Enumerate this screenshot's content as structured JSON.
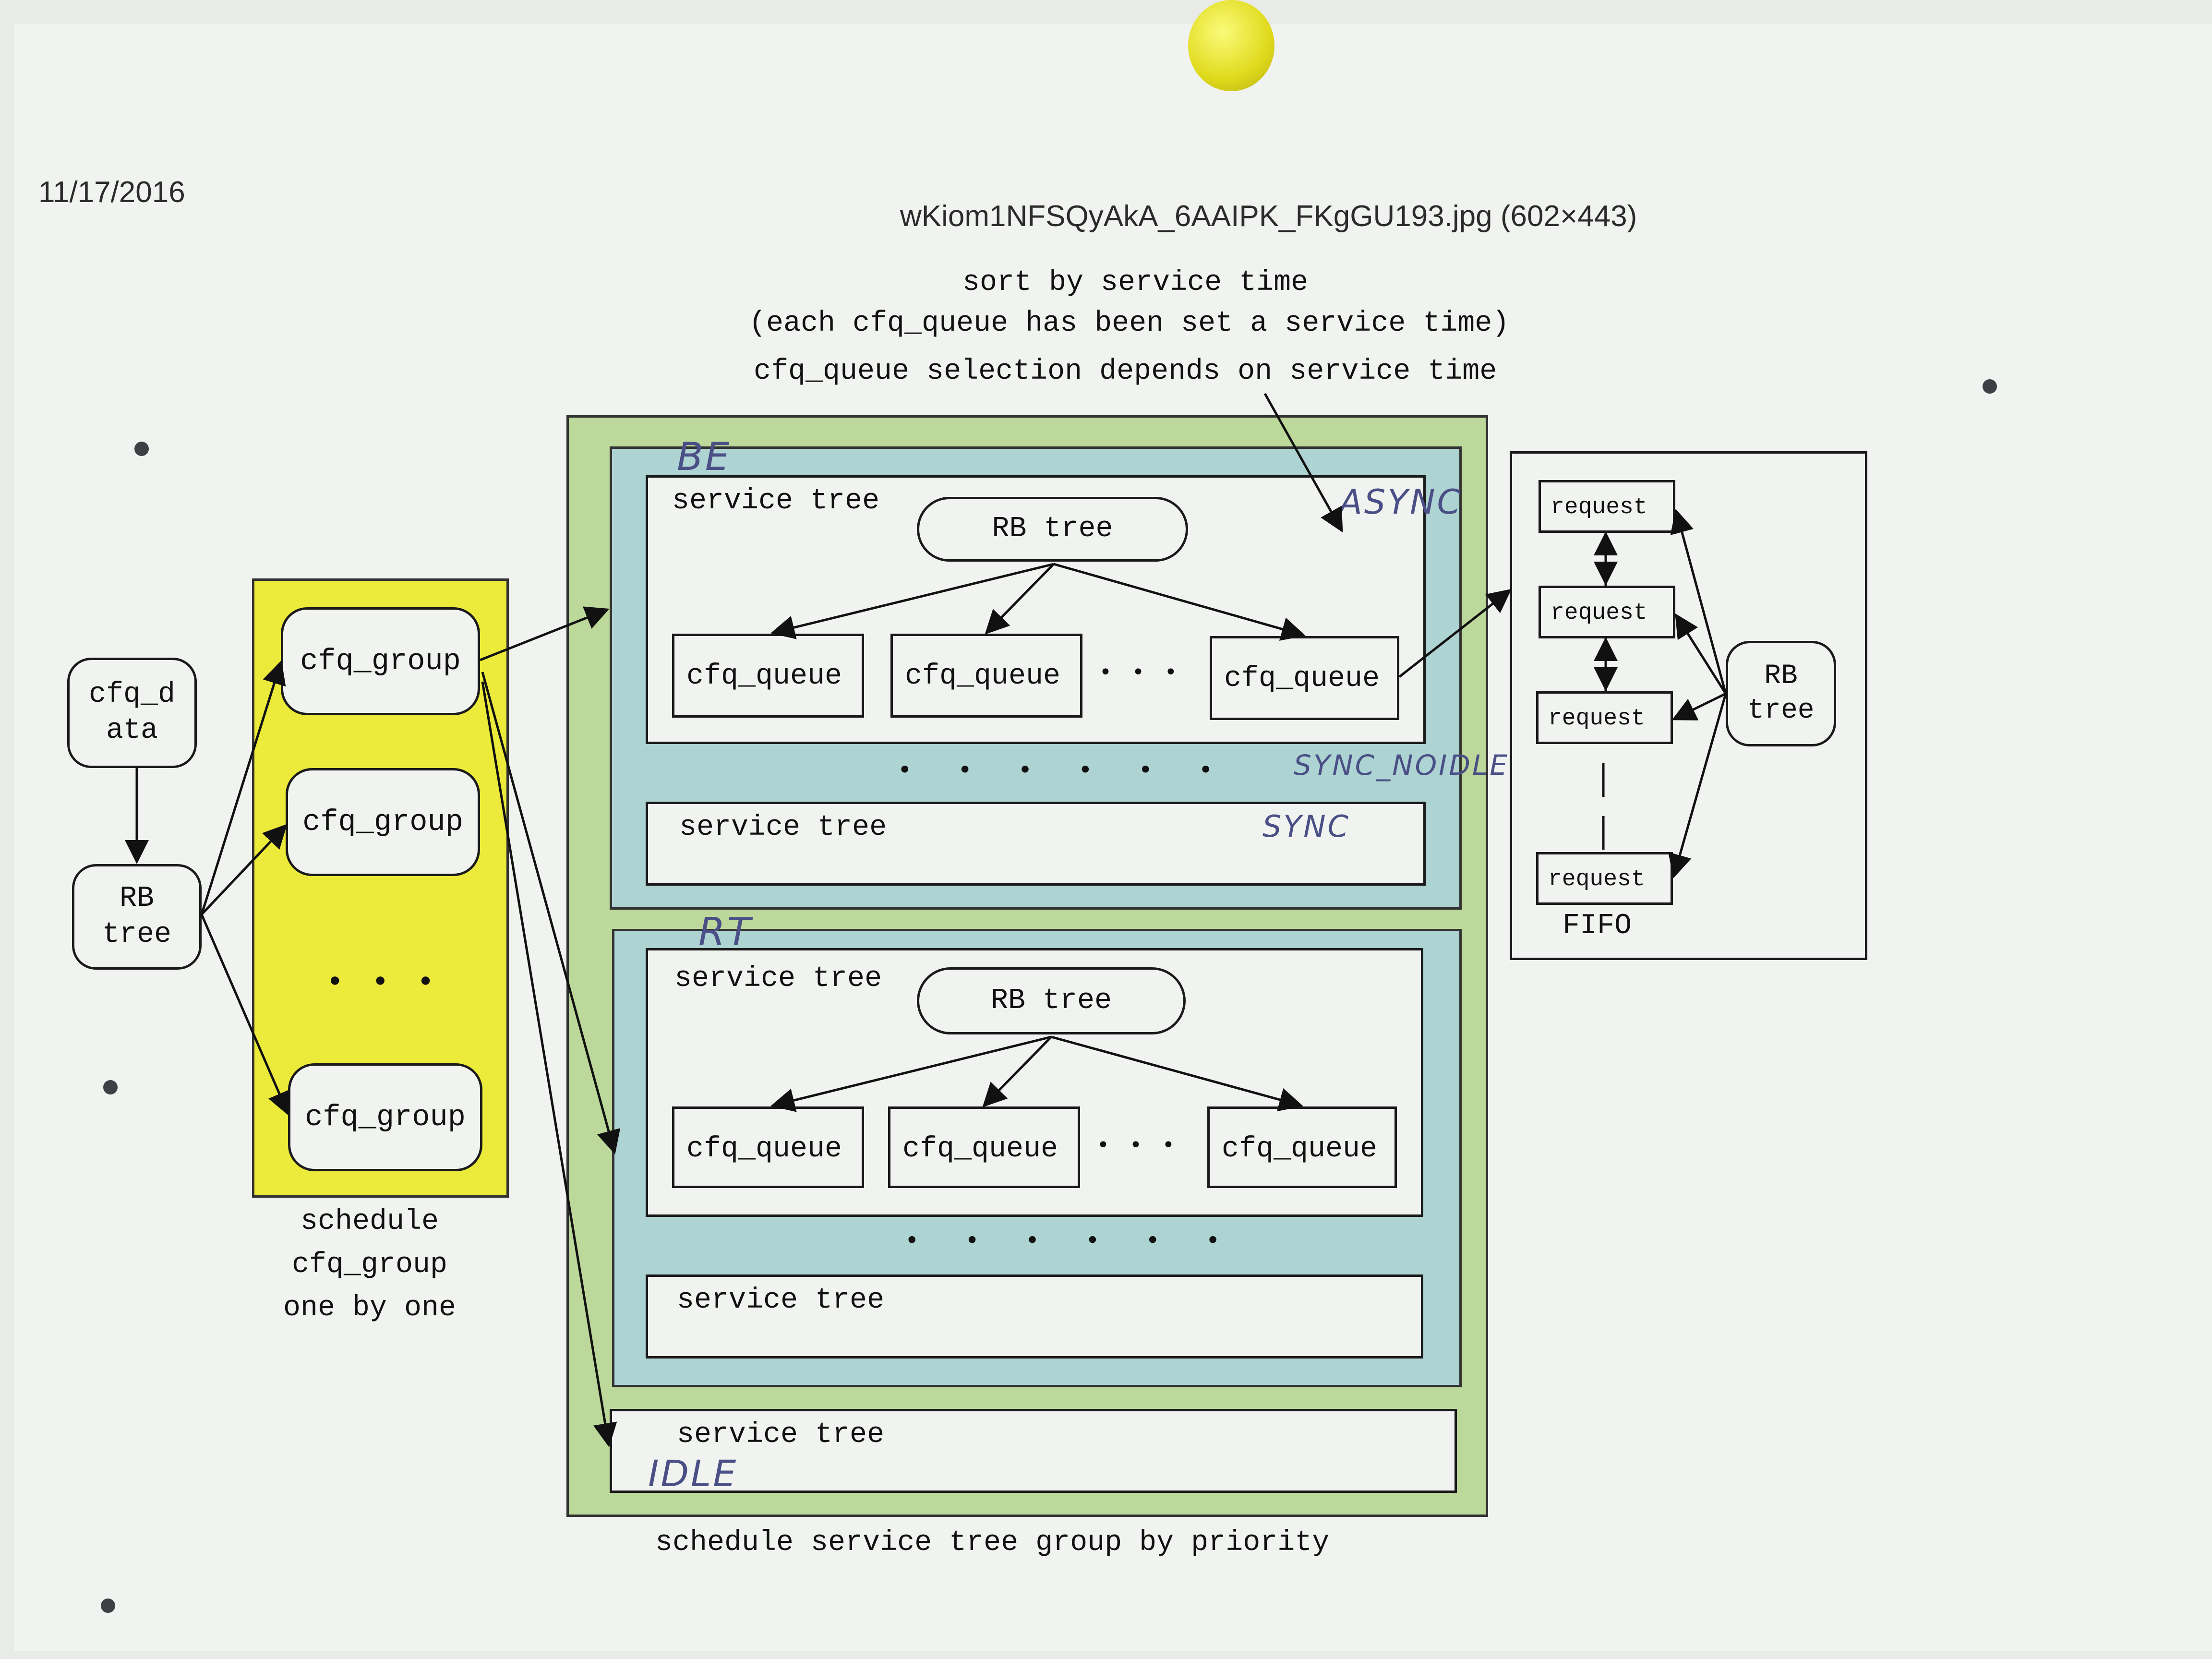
{
  "header": {
    "date": "11/17/2016",
    "filename": "wKiom1NFSQyAkA_6AAIPK_FKgGU193.jpg (602×443)"
  },
  "annotation": {
    "line1": "sort by service time",
    "line2": "(each cfq_queue has been set a service time)",
    "line3": "cfq_queue selection depends on service time"
  },
  "left": {
    "cfq_data": "cfq_d\nata",
    "rb_tree": "RB\ntree"
  },
  "schedule_group": {
    "items": [
      "cfq_group",
      "cfq_group",
      "cfq_group"
    ],
    "ellipsis": "• • •",
    "caption": "schedule\ncfq_group\none by one",
    "color": "#ecea3a"
  },
  "priority": {
    "outer_color": "#bcd89a",
    "inner_color": "#aed3d3",
    "be": {
      "hand_label": "BE",
      "upper_tree_label": "service tree",
      "rb_tree": "RB tree",
      "queues": [
        "cfq_queue",
        "cfq_queue",
        "cfq_queue"
      ],
      "queue_ellipsis": "• • •",
      "dots": "• • • • • •",
      "lower_tree_label": "service tree",
      "hand_async": "ASYNC",
      "hand_sync_noidle": "SYNC_NOIDLE",
      "hand_sync": "SYNC"
    },
    "rt": {
      "hand_label": "RT",
      "upper_tree_label": "service tree",
      "rb_tree": "RB tree",
      "queues": [
        "cfq_queue",
        "cfq_queue",
        "cfq_queue"
      ],
      "queue_ellipsis": "• • •",
      "dots": "• • • • • •",
      "lower_tree_label": "service tree"
    },
    "idle": {
      "tree_label": "service tree",
      "hand_label": "IDLE"
    },
    "caption": "schedule service tree group by priority"
  },
  "fifo": {
    "requests": [
      "request",
      "request",
      "request",
      "request"
    ],
    "rb_tree": "RB\ntree",
    "label": "FIFO"
  }
}
